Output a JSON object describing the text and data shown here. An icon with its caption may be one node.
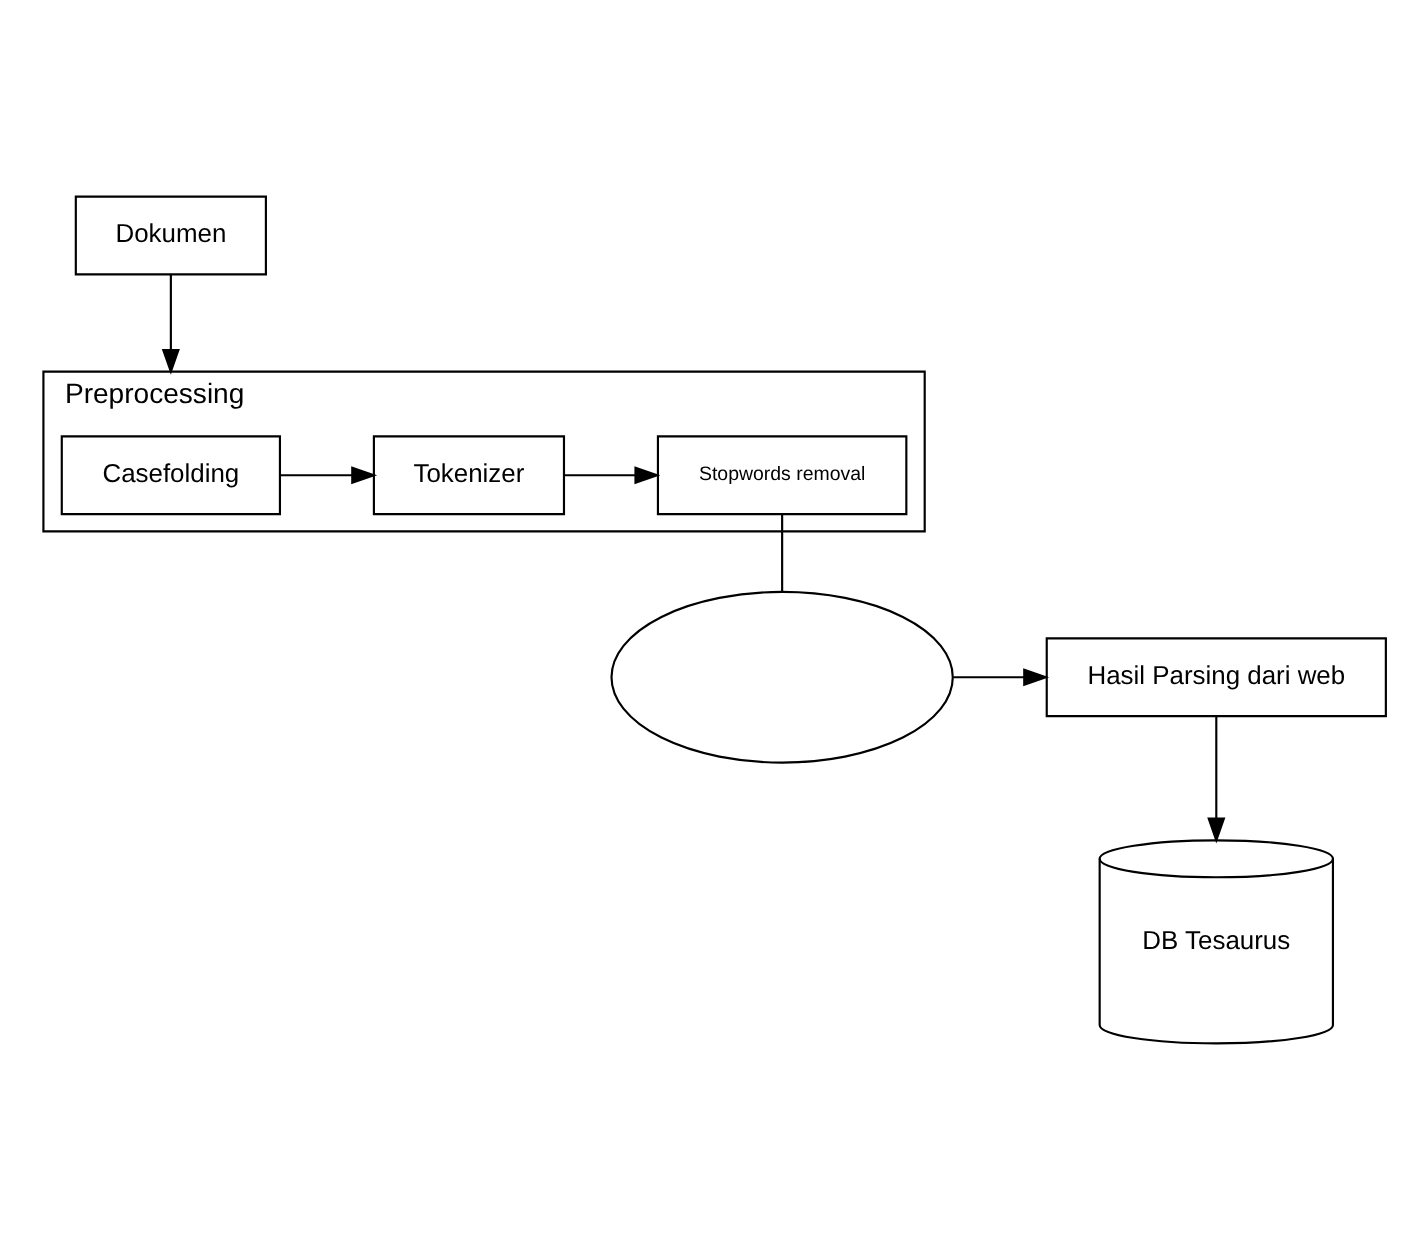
{
  "diagram": {
    "nodes": [
      {
        "text": [
          "Dokumen"
        ]
      },
      {
        "text": [
          "Preprocessing"
        ]
      },
      {
        "text": [
          "Casefolding"
        ],
        "in": 1
      },
      {
        "text": [
          "Tokenizer"
        ],
        "in": 1
      },
      {
        "text": [
          "Stopwords removal"
        ],
        "in": 1
      },
      {
        "text": [],
        "shape": "cloud"
      },
      {
        "text": [
          "Hasil Parsing dari web"
        ]
      },
      {
        "text": [
          "DB Tesaurus"
        ]
      }
    ],
    "edges": [
      {
        "from": 0,
        "to": 1,
        "arrow": "to"
      },
      {
        "from": 2,
        "to": 3,
        "arrow": "to"
      },
      {
        "from": 3,
        "to": 4,
        "arrow": "to"
      },
      {
        "from": 4,
        "to": 5,
        "arrow": "none"
      },
      {
        "from": 5,
        "to": 6,
        "arrow": "to"
      },
      {
        "from": 6,
        "to": 7,
        "arrow": "to"
      }
    ]
  }
}
